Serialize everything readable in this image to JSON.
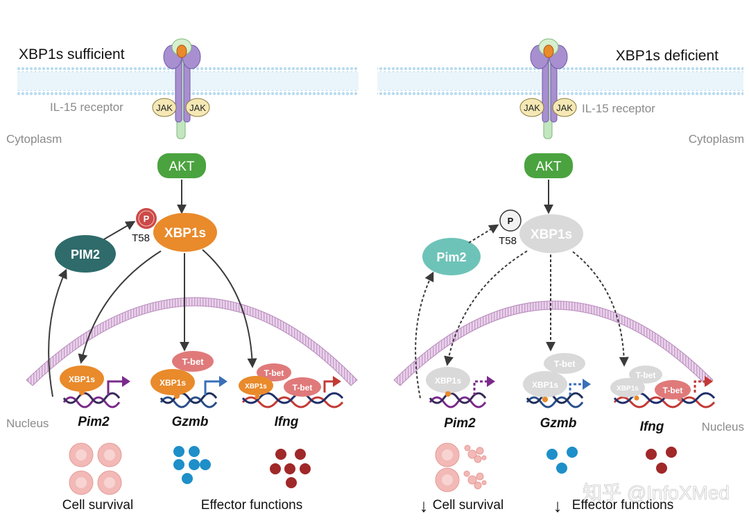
{
  "left_panel": {
    "title": "XBP1s sufficient",
    "receptor_label": "IL-15 receptor",
    "jak_left": "JAK",
    "jak_right": "JAK",
    "cytoplasm_label": "Cytoplasm",
    "akt": "AKT",
    "xbp1s": "XBP1s",
    "phospho": "P",
    "phospho_site": "T58",
    "pim2_protein": "PIM2",
    "nucleus_label": "Nucleus",
    "gene_pim2": "Pim2",
    "gene_gzmb": "Gzmb",
    "gene_ifng": "Ifng",
    "tf_xbp1s_pim2": "XBP1s",
    "tf_xbp1s_gzmb": "XBP1s",
    "tf_tbet_gzmb": "T-bet",
    "tf_xbp1s_ifng": "XBP1s",
    "tf_tbet_ifng_1": "T-bet",
    "tf_tbet_ifng_2": "T-bet",
    "outcome_1": "Cell survival",
    "outcome_2": "Effector functions"
  },
  "right_panel": {
    "title": "XBP1s deficient",
    "receptor_label": "IL-15 receptor",
    "jak_left": "JAK",
    "jak_right": "JAK",
    "cytoplasm_label": "Cytoplasm",
    "akt": "AKT",
    "xbp1s": "XBP1s",
    "phospho": "P",
    "phospho_site": "T58",
    "pim2_protein": "Pim2",
    "nucleus_label": "Nucleus",
    "gene_pim2": "Pim2",
    "gene_gzmb": "Gzmb",
    "gene_ifng": "Ifng",
    "tf_xbp1s_pim2": "XBP1s",
    "tf_xbp1s_gzmb": "XBP1s",
    "tf_tbet_gzmb": "T-bet",
    "tf_xbp1s_ifng": "XBP1s",
    "tf_tbet_ifng_1": "T-bet",
    "tf_tbet_ifng_2": "T-bet",
    "outcome_1": "Cell survival",
    "outcome_2": "Effector functions",
    "decrease_arrow_1": "↓",
    "decrease_arrow_2": "↓"
  },
  "watermark": "知乎 @InfoXMed",
  "colors": {
    "orange": "#e98a2b",
    "green": "#4aa33f",
    "pim2_dark": "#2f6b6b",
    "pim2_light": "#6ec3b8",
    "tbet": "#e07a7a",
    "gray_node": "#d9d9d9",
    "purple_arrow": "#7b2a8a",
    "blue_arrow": "#3a6fb8",
    "red_arrow": "#c33a36",
    "granule_blue": "#1e8fc8",
    "granule_red": "#a02828",
    "survival_cell": "#f2b9b6"
  }
}
